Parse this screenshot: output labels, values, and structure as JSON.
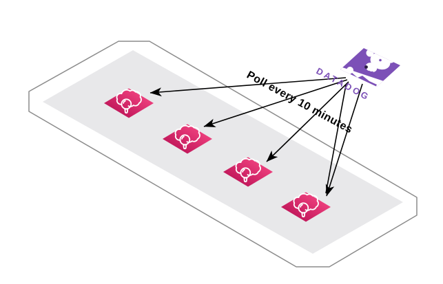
{
  "canvas": {
    "background": "#ffffff"
  },
  "platform": {
    "border_color": "#8c8c8c",
    "face_color": "#ffffff",
    "surface_color": "#e8e8ea"
  },
  "datadog": {
    "wordmark": "DATADOG",
    "color": "#7C50B7",
    "icon": "datadog-dog-icon"
  },
  "annotation": {
    "label": "Poll every 10 minutes",
    "color": "#000000"
  },
  "arrows": {
    "color": "#000000",
    "style": "solid",
    "count": 4
  },
  "nodes": [
    {
      "icon": "cloudwatch-cloud-magnifier-icon",
      "gradient_from": "#B0084D",
      "gradient_to": "#FF4F8B"
    },
    {
      "icon": "cloudwatch-cloud-magnifier-icon",
      "gradient_from": "#B0084D",
      "gradient_to": "#FF4F8B"
    },
    {
      "icon": "cloudwatch-cloud-magnifier-icon",
      "gradient_from": "#B0084D",
      "gradient_to": "#FF4F8B"
    },
    {
      "icon": "cloudwatch-cloud-magnifier-icon",
      "gradient_from": "#B0084D",
      "gradient_to": "#FF4F8B"
    }
  ]
}
